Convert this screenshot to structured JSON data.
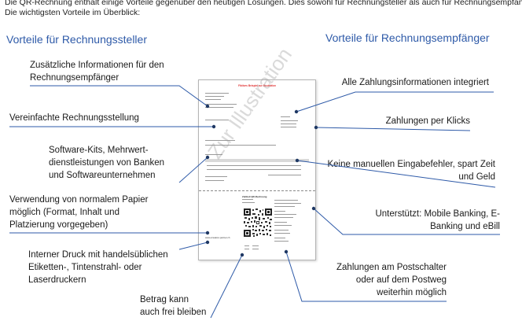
{
  "intro": {
    "line1": "Die QR-Rechnung enthält einige Vorteile gegenüber den heutigen Lösungen. Dies sowohl für Rechnungsteller als auch für Rechnungsempfänger.",
    "line2": "Die wichtigsten Vorteile im Überblick:"
  },
  "left": {
    "title": "Vorteile für Rechnungssteller",
    "items": [
      "Zusätzliche Informationen für den Rechnungsempfänger",
      "Vereinfachte Rechnungsstellung",
      "Software-Kits, Mehrwert-dienstleistungen von Banken und Softwareunternehmen",
      "Verwendung von normalem Papier möglich (Format, Inhalt und Platzierung vorgegeben)",
      "Interner Druck mit handelsüblichen Etiketten-, Tintenstrahl- oder Laserdruckern",
      "Betrag kann auch frei bleiben"
    ]
  },
  "right": {
    "title": "Vorteile für Rechnungsempfänger",
    "items": [
      "Alle Zahlungsinformationen integriert",
      "Zahlungen per Klicks",
      "Keine manuellen Eingabefehler, spart Zeit und Geld",
      "Unterstützt: Mobile Banking, E-Banking und eBill",
      "Zahlungen am Postschalter oder auf dem Postweg weiterhin möglich"
    ]
  },
  "document": {
    "title": "Fiktives Beispiel zur Illustration",
    "qr_section_title": "Zahlteil QR-Rechnung",
    "url": "www.einsatzer-partner.ch",
    "watermark": "Zur Illustration"
  },
  "colors": {
    "accent": "#2e5aa8",
    "connector": "#2e5aa8",
    "connector_dot": "#1f3864"
  }
}
